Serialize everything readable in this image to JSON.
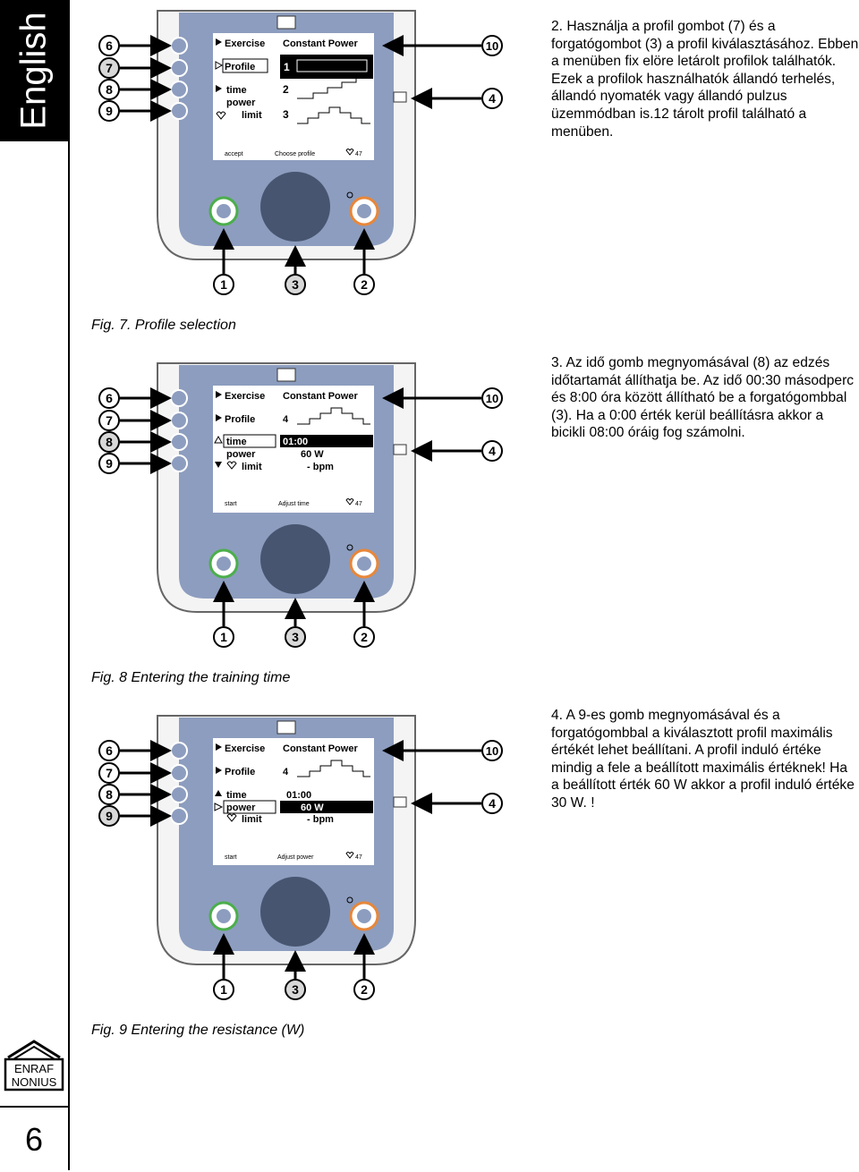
{
  "sidebar": {
    "language_tab": "English",
    "brand_line1": "ENRAF",
    "brand_line2": "NONIUS",
    "page_number": "6"
  },
  "figures": [
    {
      "caption": "Fig. 7. Profile selection",
      "text": "2. Használja a profil gombot (7) és a forgatógombot (3) a profil kiválasztásához. Ebben a menüben fix elöre letárolt profilok találhatók. Ezek a profilok használhatók állandó terhelés, állandó nyomaték vagy állandó pulzus üzemmódban is.12 tárolt profil található a menüben.",
      "screen": {
        "exercise_label": "Exercise",
        "exercise_value": "Constant Power",
        "profile_label": "Profile",
        "time_label": "time",
        "power_label": "power",
        "limit_label": "limit",
        "profile_numbers": [
          "1",
          "2",
          "3"
        ],
        "footer_left": "accept",
        "footer_mid": "Choose profile",
        "footer_right": "47"
      }
    },
    {
      "caption": "Fig. 8 Entering the training time",
      "text": "3. Az idő gomb megnyomásával (8) az edzés időtartamát állíthatja be. Az idő 00:30 másodperc és 8:00 óra között állítható be a forgatógombbal (3). Ha a 0:00 érték kerül beállításra akkor a bicikli 08:00 óráig fog számolni.",
      "screen": {
        "exercise_label": "Exercise",
        "exercise_value": "Constant Power",
        "profile_label": "Profile",
        "profile_value": "4",
        "time_label": "time",
        "time_value": "01:00",
        "power_label": "power",
        "power_value": "60 W",
        "limit_label": "limit",
        "limit_value": "- bpm",
        "footer_left": "start",
        "footer_mid": "Adjust time",
        "footer_right": "47"
      }
    },
    {
      "caption": "Fig. 9 Entering the resistance (W)",
      "text": "4. A 9-es gomb megnyomásával és a forgatógombbal a kiválasztott profil maximális értékét lehet beállítani. A profil induló értéke mindig a fele a beállított maximális értéknek! Ha a beállított érték 60 W akkor a profil induló értéke 30 W. !",
      "screen": {
        "exercise_label": "Exercise",
        "exercise_value": "Constant Power",
        "profile_label": "Profile",
        "profile_value": "4",
        "time_label": "time",
        "time_value": "01:00",
        "power_label": "power",
        "power_value": "60 W",
        "limit_label": "limit",
        "limit_value": "- bpm",
        "footer_left": "start",
        "footer_mid": "Adjust power",
        "footer_right": "47"
      }
    }
  ],
  "callouts": {
    "left": [
      "6",
      "7",
      "8",
      "9"
    ],
    "right": [
      "10",
      "4"
    ],
    "bottom": [
      "1",
      "3",
      "2"
    ]
  }
}
